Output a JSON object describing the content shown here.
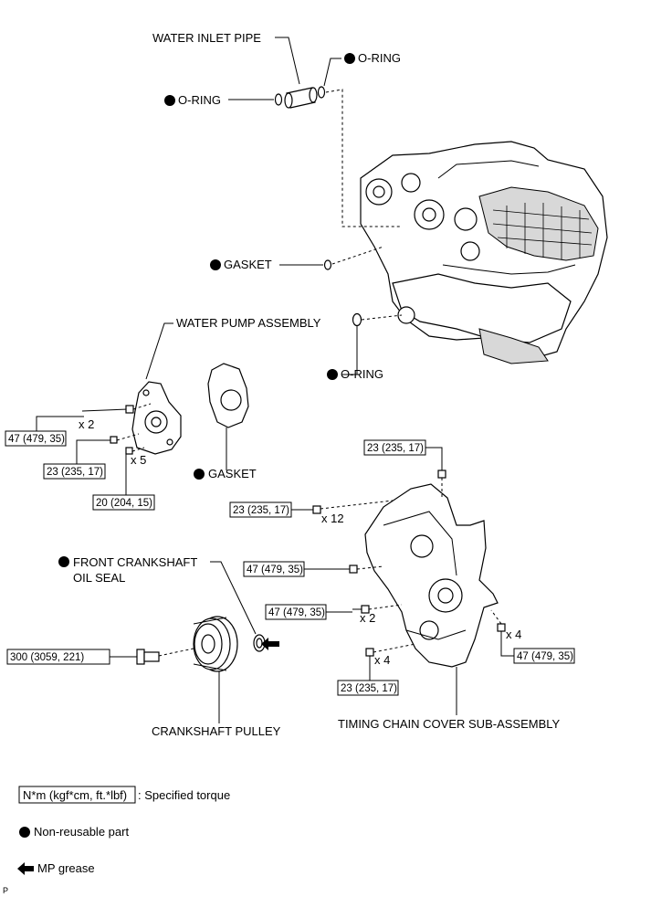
{
  "labels": {
    "water_inlet_pipe": "WATER INLET PIPE",
    "o_ring_top_right": "O-RING",
    "o_ring_top_left": "O-RING",
    "gasket_upper": "GASKET",
    "o_ring_lower": "O-RING",
    "water_pump_assembly": "WATER PUMP ASSEMBLY",
    "gasket_pump": "GASKET",
    "front_crankshaft_line1": "FRONT CRANKSHAFT",
    "front_crankshaft_line2": "OIL SEAL",
    "crankshaft_pulley": "CRANKSHAFT PULLEY",
    "timing_chain_cover": "TIMING CHAIN COVER SUB-ASSEMBLY"
  },
  "torques": {
    "pump_47": "47 (479, 35)",
    "pump_23": "23 (235, 17)",
    "pump_20": "20 (204, 15)",
    "cover_top_23": "23 (235, 17)",
    "cover_23_x12": "23 (235, 17)",
    "cover_47_a": "47 (479, 35)",
    "cover_47_x2": "47 (479, 35)",
    "cover_47_x4": "47 (479, 35)",
    "cover_23_x4": "23 (235, 17)",
    "pulley_300": "300 (3059, 221)"
  },
  "quantities": {
    "pump_x2": "x 2",
    "pump_x5": "x 5",
    "cover_x12": "x 12",
    "cover_x2": "x 2",
    "cover_x4_right": "x 4",
    "cover_x4_bottom": "x 4"
  },
  "legend": {
    "torque_box": "N*m (kgf*cm, ft.*lbf)",
    "torque_text": ": Specified torque",
    "non_reusable": "Non-reusable part",
    "grease": "MP grease"
  },
  "corner_mark": "P",
  "icons": {
    "non_reusable": "filled-circle-icon",
    "grease": "left-arrow-icon"
  }
}
